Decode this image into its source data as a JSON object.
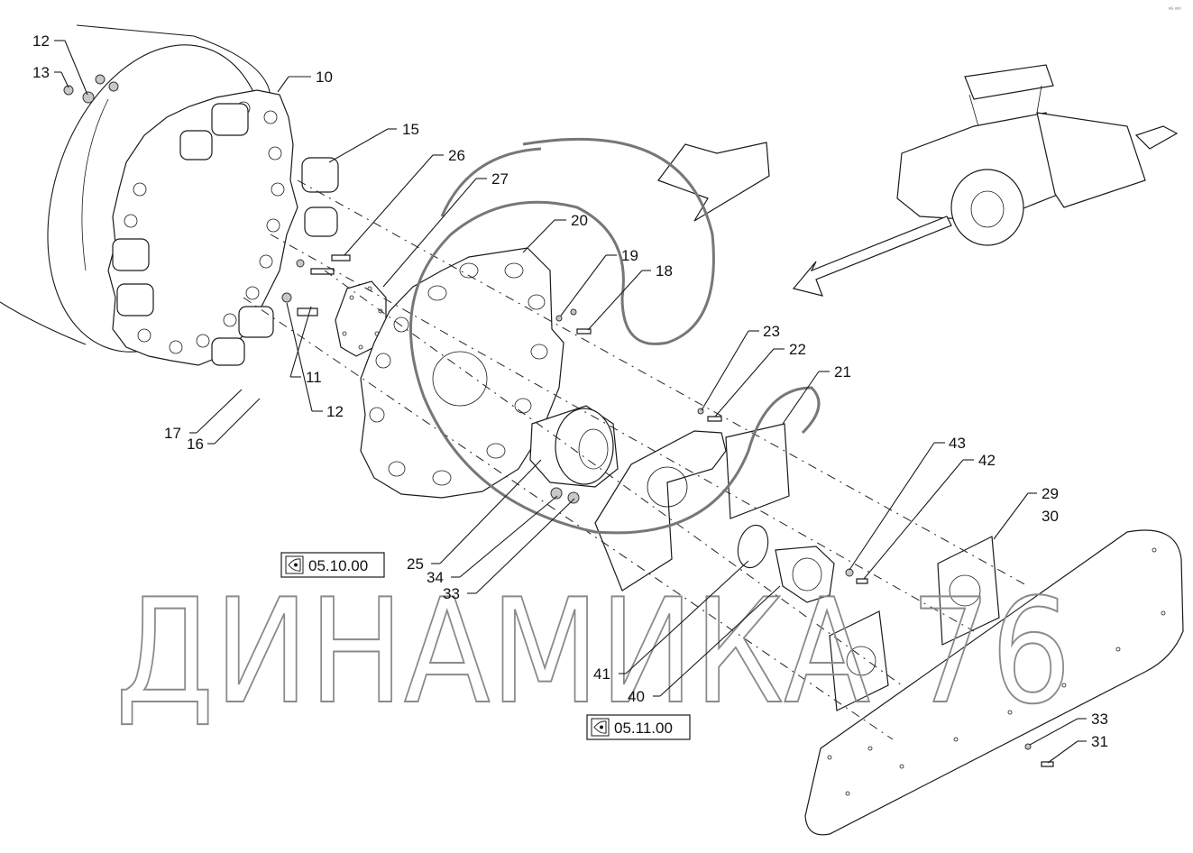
{
  "corner_mark": "ᵉᴳ ᵒᵒᵒ",
  "watermark": "ДИНАМИКА 76",
  "callouts": [
    {
      "label": "12",
      "id": "12a"
    },
    {
      "label": "13",
      "id": "13"
    },
    {
      "label": "10",
      "id": "10"
    },
    {
      "label": "15",
      "id": "15"
    },
    {
      "label": "26",
      "id": "26"
    },
    {
      "label": "27",
      "id": "27"
    },
    {
      "label": "20",
      "id": "20"
    },
    {
      "label": "19",
      "id": "19"
    },
    {
      "label": "18",
      "id": "18"
    },
    {
      "label": "11",
      "id": "11"
    },
    {
      "label": "12",
      "id": "12b"
    },
    {
      "label": "17",
      "id": "17"
    },
    {
      "label": "16",
      "id": "16"
    },
    {
      "label": "23",
      "id": "23"
    },
    {
      "label": "22",
      "id": "22"
    },
    {
      "label": "21",
      "id": "21"
    },
    {
      "label": "43",
      "id": "43"
    },
    {
      "label": "42",
      "id": "42"
    },
    {
      "label": "29",
      "id": "29"
    },
    {
      "label": "30",
      "id": "30"
    },
    {
      "label": "25",
      "id": "25"
    },
    {
      "label": "34",
      "id": "34"
    },
    {
      "label": "33",
      "id": "33a"
    },
    {
      "label": "41",
      "id": "41"
    },
    {
      "label": "40",
      "id": "40"
    },
    {
      "label": "33",
      "id": "33b"
    },
    {
      "label": "31",
      "id": "31"
    }
  ],
  "references": [
    {
      "label": "05.10.00",
      "id": "ref1"
    },
    {
      "label": "05.11.00",
      "id": "ref2"
    }
  ]
}
